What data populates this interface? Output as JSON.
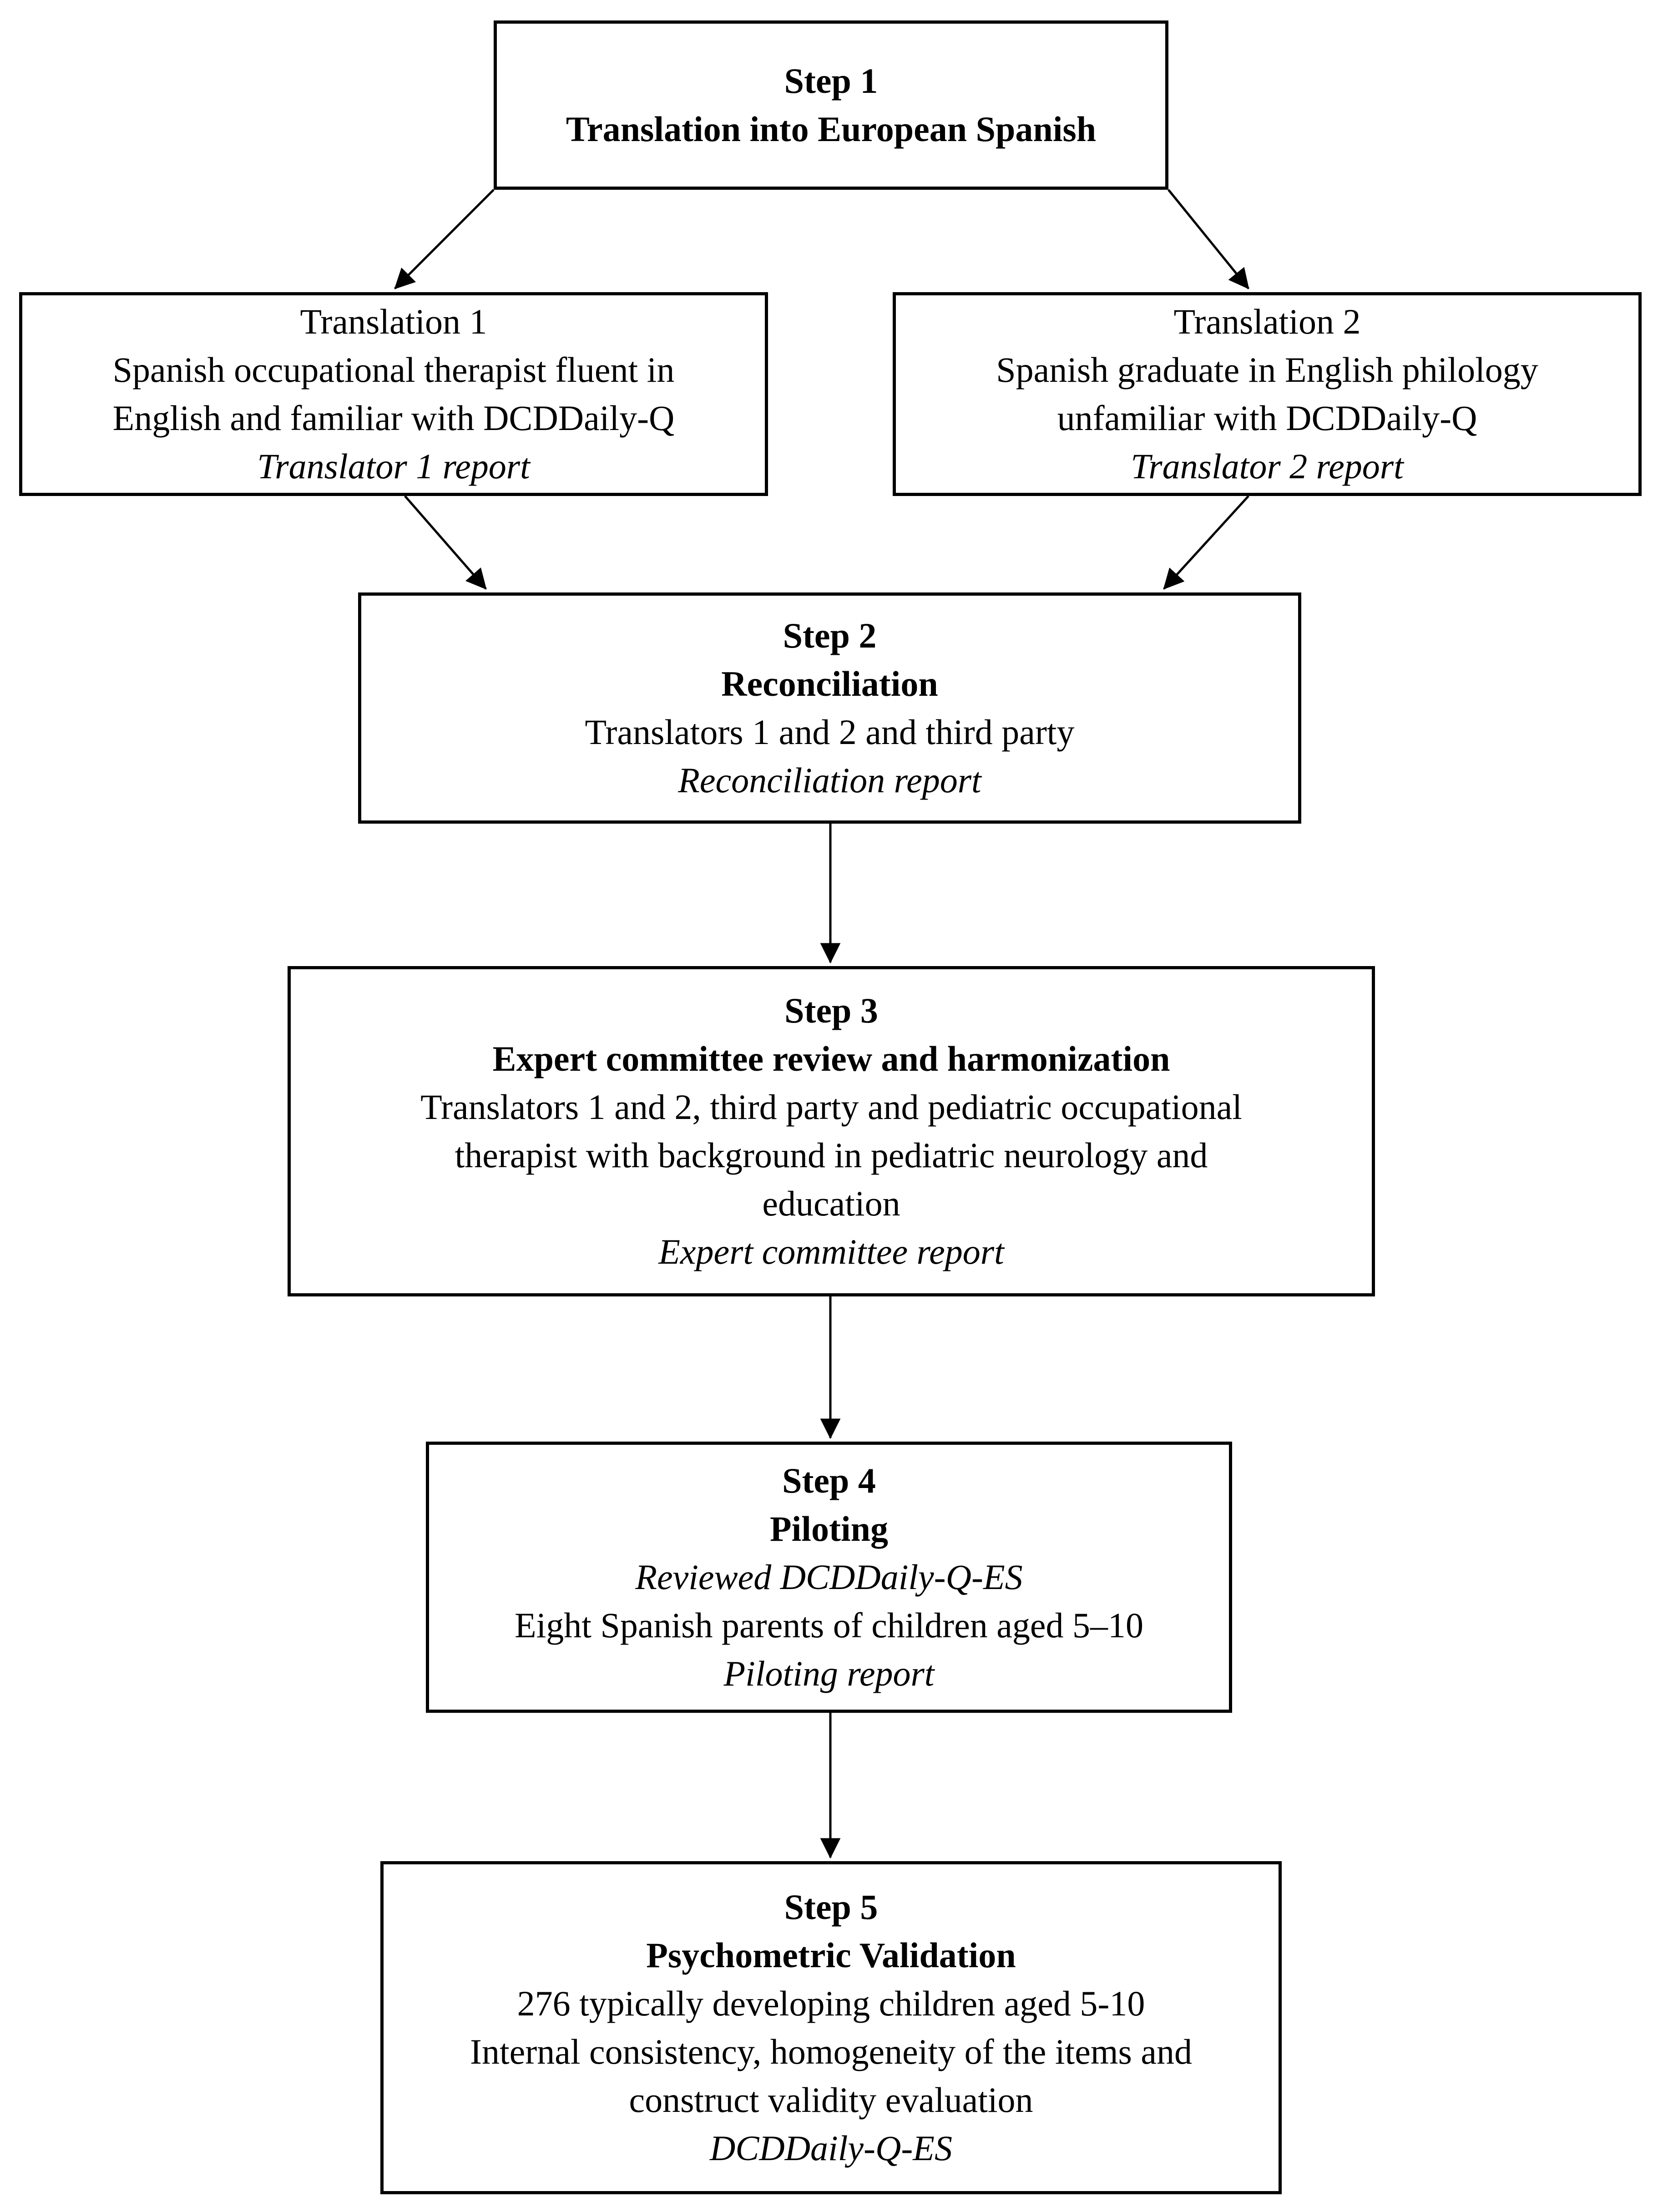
{
  "flowchart": {
    "step1": {
      "title": "Step 1",
      "subtitle": "Translation into European Spanish"
    },
    "translation1": {
      "heading": "Translation 1",
      "body1": "Spanish occupational therapist fluent in",
      "body2": "English and familiar with DCDDaily-Q",
      "report": "Translator 1 report"
    },
    "translation2": {
      "heading": "Translation 2",
      "body1": "Spanish graduate in English philology",
      "body2": "unfamiliar with DCDDaily-Q",
      "report": "Translator 2 report"
    },
    "step2": {
      "title": "Step 2",
      "subtitle": "Reconciliation",
      "body1": "Translators 1 and 2 and third party",
      "report": "Reconciliation report"
    },
    "step3": {
      "title": "Step 3",
      "subtitle": "Expert committee review and harmonization",
      "body1": "Translators 1 and 2, third party and pediatric occupational",
      "body2": "therapist with background in pediatric neurology and",
      "body3": "education",
      "report": "Expert committee report"
    },
    "step4": {
      "title": "Step 4",
      "subtitle": "Piloting",
      "reviewed": "Reviewed DCDDaily-Q-ES",
      "body1": "Eight Spanish parents of children aged 5–10",
      "report": "Piloting report"
    },
    "step5": {
      "title": "Step 5",
      "subtitle": "Psychometric Validation",
      "body1": "276 typically developing children aged 5-10",
      "body2": "Internal consistency, homogeneity of the items and",
      "body3": "construct validity evaluation",
      "report": "DCDDaily-Q-ES"
    },
    "colors": {
      "line": "#000000",
      "background": "#ffffff",
      "text": "#000000"
    }
  }
}
